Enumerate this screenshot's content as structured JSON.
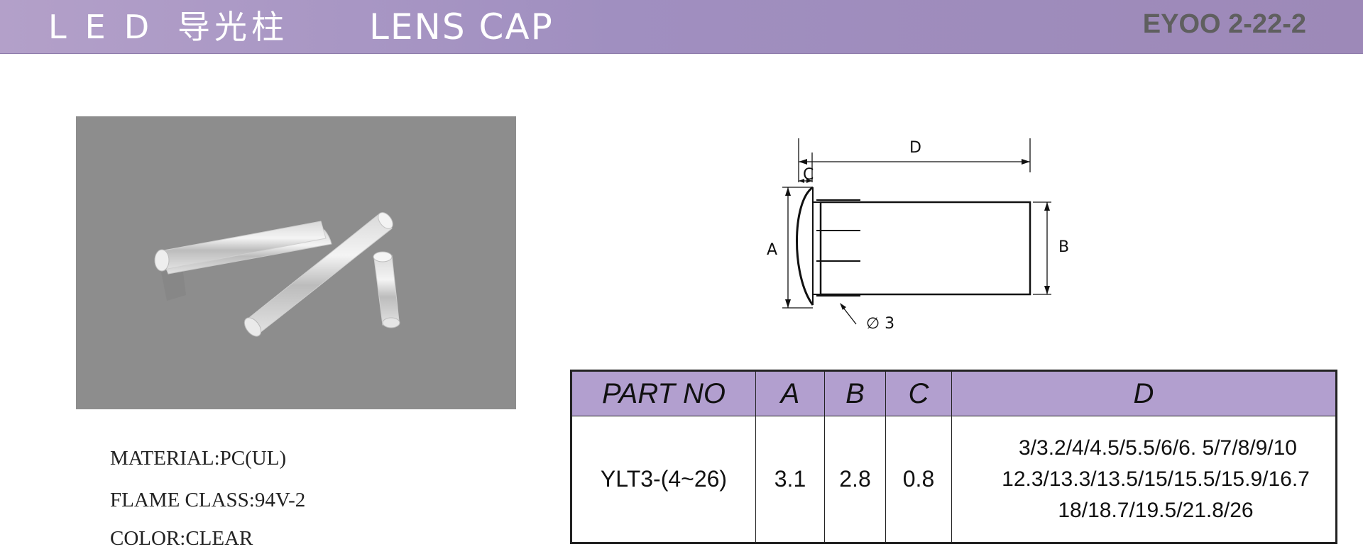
{
  "header": {
    "title_led": "LED",
    "title_cn": "导光柱",
    "title_en": "LENS CAP",
    "code": "EYOO 2-22-2"
  },
  "specs": {
    "material": "MATERIAL:PC(UL)",
    "flame": "FLAME CLASS:94V-2",
    "color": "COLOR:CLEAR"
  },
  "drawing": {
    "label_d": "D",
    "label_c": "C",
    "label_a": "A",
    "label_b": "B",
    "label_dia": "∅ 3"
  },
  "table": {
    "headers": [
      "PART NO",
      "A",
      "B",
      "C",
      "D"
    ],
    "row": {
      "part_no": "YLT3-(4~26)",
      "a": "3.1",
      "b": "2.8",
      "c": "0.8",
      "d_lines": [
        "3/3.2/4/4.5/5.5/6/6. 5/7/8/9/10",
        "12.3/13.3/13.5/15/15.5/15.9/16.7",
        "18/18.7/19.5/21.8/26"
      ]
    }
  }
}
